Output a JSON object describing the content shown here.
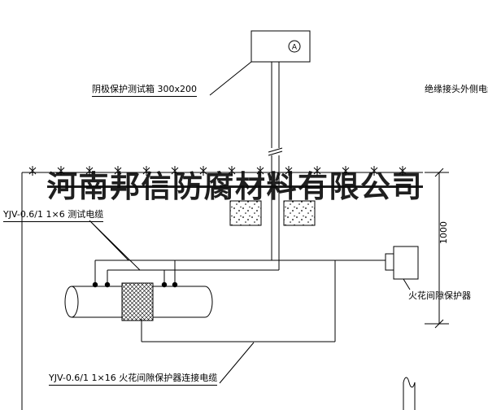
{
  "watermark": "河南邦信防腐材料有限公司",
  "labels": {
    "test_box": "阴极保护测试箱 300x200",
    "outer_cable": "绝缘接头外侧电缆",
    "test_cable": "YJV-0.6/1 1×6 测试电缆",
    "spark_cable": "YJV-0.6/1 1×16 火花间隙保护器连接电缆",
    "protector": "火花间隙保护器",
    "dimension": "1000",
    "ammeter": "A"
  },
  "colors": {
    "line": "#000000",
    "background": "#ffffff",
    "watermark": "#111111"
  }
}
